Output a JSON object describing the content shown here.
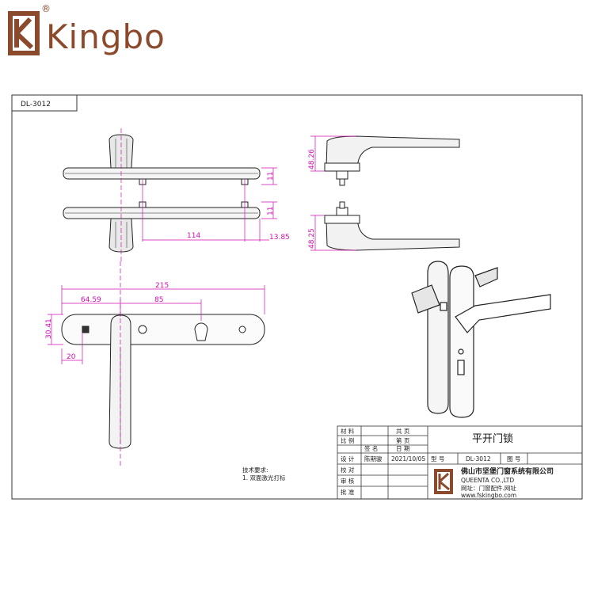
{
  "brand": {
    "name": "Kingbo",
    "reg_mark": "®",
    "color": "#8b4a2b"
  },
  "drawing": {
    "model_label": "DL-3012",
    "dimension_color": "#d10fb0",
    "dims": {
      "d_11_a": "11",
      "d_11_b": "11",
      "d_114": "114",
      "d_13_85": "13.85",
      "d_48_26": "48.26",
      "d_48_25": "48.25",
      "d_215": "215",
      "d_64_59": "64.59",
      "d_85": "85",
      "d_30_41": "30.41",
      "d_20": "20"
    },
    "notes": {
      "title": "技术要求:",
      "line1": "1. 双面激光打标"
    }
  },
  "title_block": {
    "material_label": "材 料",
    "scale_label": "比 例",
    "total_label": "共  页",
    "page_label": "第  页",
    "sign_label": "签 名",
    "date_label": "日 期",
    "design_label": "设 计",
    "designer": "陈期骏",
    "date": "2021/10/05",
    "model_field_label": "型 号",
    "model": "DL-3012",
    "drawing_no_label": "图 号",
    "check_label": "校 对",
    "review_label": "审 核",
    "approve_label": "批 准",
    "product_name": "平开门锁",
    "company_cn": "佛山市坚堡门窗系统有限公司",
    "company_en": "QUEENTA CO.,LTD",
    "company_web": "网址：门窗配件.网址",
    "company_url": "www.fskingbo.com"
  }
}
